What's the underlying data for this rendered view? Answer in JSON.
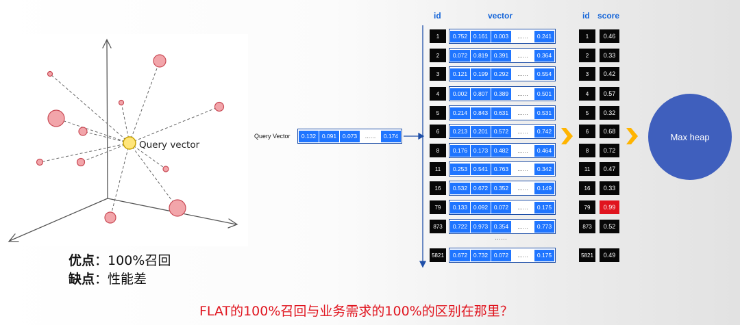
{
  "sketch": {
    "label": "Query vector"
  },
  "notes": {
    "pros_label": "优点",
    "pros_value": "100%召回",
    "cons_label": "缺点",
    "cons_value": "性能差",
    "separator": "："
  },
  "query": {
    "label": "Query Vector",
    "values": [
      "0.132",
      "0.091",
      "0.073",
      "0.174"
    ]
  },
  "table": {
    "id_header": "id",
    "vector_header": "vector",
    "score_id_header": "id",
    "score_header": "score",
    "ellipsis": "……",
    "rows": [
      {
        "id": "1",
        "v": [
          "0.752",
          "0.161",
          "0.003",
          "0.241"
        ],
        "score": "0.46"
      },
      {
        "id": "2",
        "v": [
          "0.072",
          "0.819",
          "0.391",
          "0.364"
        ],
        "score": "0.33"
      },
      {
        "id": "3",
        "v": [
          "0.121",
          "0.199",
          "0.292",
          "0.554"
        ],
        "score": "0.42"
      },
      {
        "id": "4",
        "v": [
          "0.002",
          "0.807",
          "0.389",
          "0.501"
        ],
        "score": "0.57"
      },
      {
        "id": "5",
        "v": [
          "0.214",
          "0.843",
          "0.631",
          "0.531"
        ],
        "score": "0.32"
      },
      {
        "id": "6",
        "v": [
          "0.213",
          "0.201",
          "0.572",
          "0.742"
        ],
        "score": "0.68"
      },
      {
        "id": "8",
        "v": [
          "0.176",
          "0.173",
          "0.482",
          "0.464"
        ],
        "score": "0.72"
      },
      {
        "id": "11",
        "v": [
          "0.253",
          "0.541",
          "0.763",
          "0.342"
        ],
        "score": "0.47"
      },
      {
        "id": "16",
        "v": [
          "0.532",
          "0.672",
          "0.352",
          "0.149"
        ],
        "score": "0.33"
      },
      {
        "id": "79",
        "v": [
          "0.133",
          "0.092",
          "0.072",
          "0.175"
        ],
        "score": "0.99"
      },
      {
        "id": "873",
        "v": [
          "0.722",
          "0.973",
          "0.354",
          "0.773"
        ],
        "score": "0.52"
      },
      {
        "id": "5821",
        "v": [
          "0.672",
          "0.732",
          "0.072",
          "0.175"
        ],
        "score": "0.49"
      }
    ],
    "row_gap_ellipsis": "……",
    "highlight_id": "79"
  },
  "heap": {
    "label": "Max heap"
  },
  "question": "FLAT的100%召回与业务需求的100%的区别在那里？",
  "colors": {
    "cell_blue": "#1f75ff",
    "frame_blue": "#1e4fa8",
    "header_blue": "#1565d8",
    "highlight_red": "#e0141e",
    "arrow_yellow": "#ffb400",
    "heap_blue": "#3f5fbd",
    "point_fill": "#f2a5aa",
    "point_stroke": "#c94a55",
    "query_fill": "#ffe57a"
  }
}
